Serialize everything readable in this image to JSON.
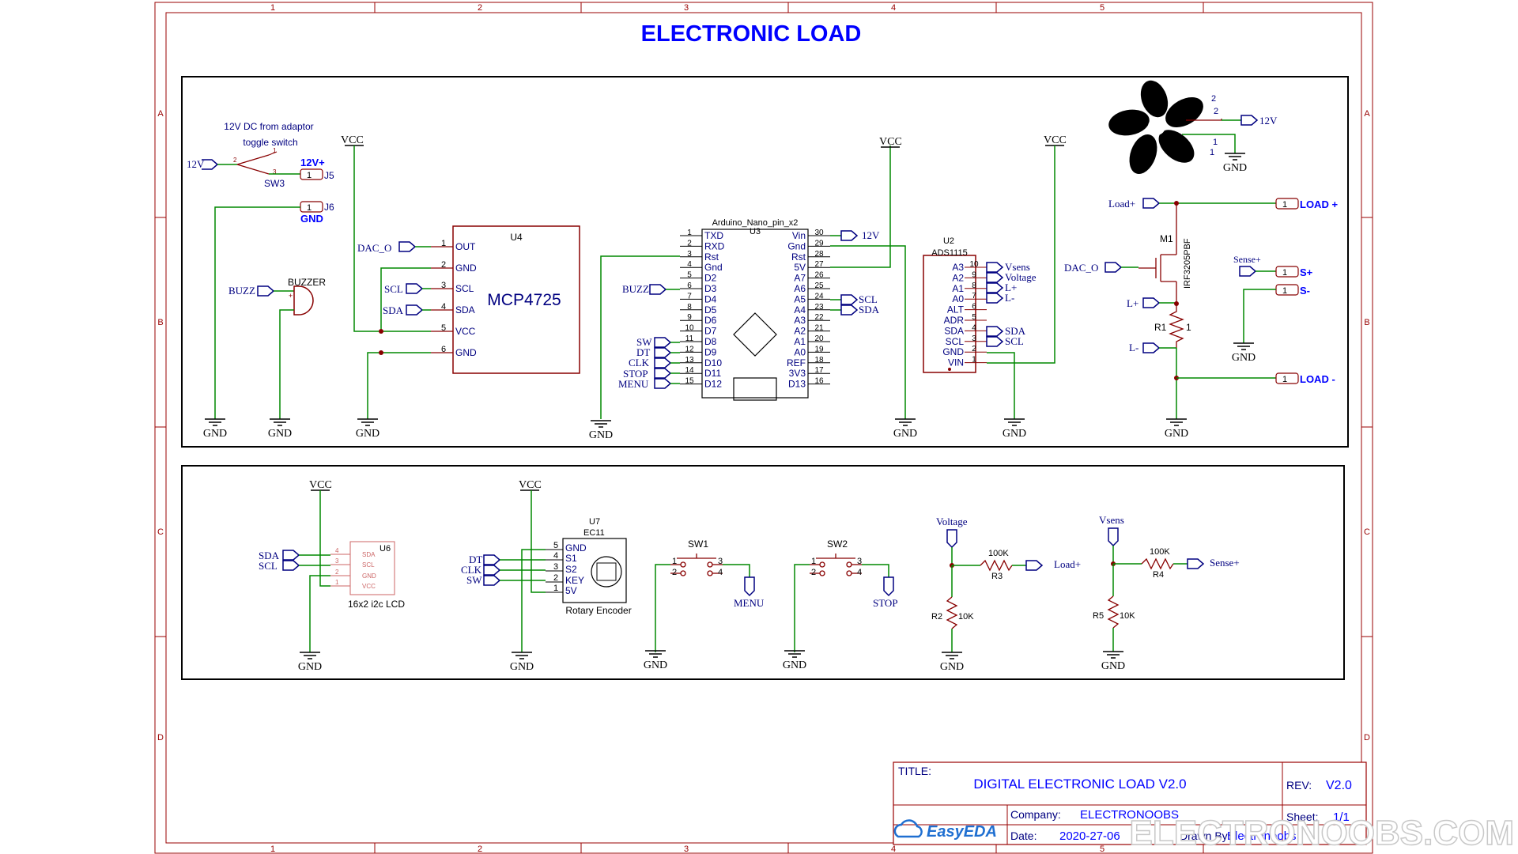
{
  "title": "ELECTRONIC LOAD",
  "frame": {
    "columns": [
      "1",
      "2",
      "3",
      "4",
      "5"
    ],
    "rows": [
      "A",
      "B",
      "C",
      "D"
    ]
  },
  "power": {
    "vcc": "VCC",
    "gnd": "GND",
    "v12": "12V"
  },
  "input_block": {
    "note_line1": "12V DC from adaptor",
    "note_line2": "toggle switch",
    "switch_ref": "SW3",
    "pins": [
      "2",
      "1",
      "3"
    ],
    "j5_label": "12V+",
    "j5_ref": "J5",
    "j6_label": "GND",
    "j6_ref": "J6",
    "conn_pin": "1"
  },
  "buzzer": {
    "net": "BUZZ",
    "label": "BUZZER",
    "plus": "+"
  },
  "dac": {
    "ref": "U4",
    "part": "MCP4725",
    "pins": [
      {
        "num": "1",
        "name": "OUT"
      },
      {
        "num": "2",
        "name": "GND"
      },
      {
        "num": "3",
        "name": "SCL"
      },
      {
        "num": "4",
        "name": "SDA"
      },
      {
        "num": "5",
        "name": "VCC"
      },
      {
        "num": "6",
        "name": "GND"
      }
    ],
    "nets": {
      "out": "DAC_O",
      "scl": "SCL",
      "sda": "SDA"
    }
  },
  "nano": {
    "name": "Arduino_Nano_pin_x2",
    "ref": "U3",
    "left_pins": [
      {
        "num": "1",
        "name": "TXD"
      },
      {
        "num": "2",
        "name": "RXD"
      },
      {
        "num": "3",
        "name": "Rst"
      },
      {
        "num": "4",
        "name": "Gnd"
      },
      {
        "num": "5",
        "name": "D2"
      },
      {
        "num": "6",
        "name": "D3"
      },
      {
        "num": "7",
        "name": "D4"
      },
      {
        "num": "8",
        "name": "D5"
      },
      {
        "num": "9",
        "name": "D6"
      },
      {
        "num": "10",
        "name": "D7"
      },
      {
        "num": "11",
        "name": "D8"
      },
      {
        "num": "12",
        "name": "D9"
      },
      {
        "num": "13",
        "name": "D10"
      },
      {
        "num": "14",
        "name": "D11"
      },
      {
        "num": "15",
        "name": "D12"
      }
    ],
    "right_pins": [
      {
        "num": "30",
        "name": "Vin"
      },
      {
        "num": "29",
        "name": "Gnd"
      },
      {
        "num": "28",
        "name": "Rst"
      },
      {
        "num": "27",
        "name": "5V"
      },
      {
        "num": "26",
        "name": "A7"
      },
      {
        "num": "25",
        "name": "A6"
      },
      {
        "num": "24",
        "name": "A5"
      },
      {
        "num": "23",
        "name": "A4"
      },
      {
        "num": "22",
        "name": "A3"
      },
      {
        "num": "21",
        "name": "A2"
      },
      {
        "num": "20",
        "name": "A1"
      },
      {
        "num": "19",
        "name": "A0"
      },
      {
        "num": "18",
        "name": "REF"
      },
      {
        "num": "17",
        "name": "3V3"
      },
      {
        "num": "16",
        "name": "D13"
      }
    ],
    "left_nets": [
      "BUZZ",
      "SW",
      "DT",
      "CLK",
      "STOP",
      "MENU"
    ],
    "right_nets": [
      "12V",
      "SCL",
      "SDA"
    ]
  },
  "adc": {
    "ref": "U2",
    "part": "ADS1115",
    "pins": [
      {
        "num": "10",
        "name": "A3"
      },
      {
        "num": "9",
        "name": "A2"
      },
      {
        "num": "8",
        "name": "A1"
      },
      {
        "num": "7",
        "name": "A0"
      },
      {
        "num": "6",
        "name": "ALT"
      },
      {
        "num": "5",
        "name": "ADR"
      },
      {
        "num": "4",
        "name": "SDA"
      },
      {
        "num": "3",
        "name": "SCL"
      },
      {
        "num": "2",
        "name": "GND"
      },
      {
        "num": "1",
        "name": "VIN"
      }
    ],
    "nets": [
      "Vsens",
      "Voltage",
      "L+",
      "L-",
      "SDA",
      "SCL"
    ]
  },
  "fan": {
    "pins": [
      "2",
      "2",
      "1",
      "1"
    ],
    "net": "12V"
  },
  "mosfet": {
    "ref": "M1",
    "part": "IRF3205PBF",
    "gate_net": "DAC_O",
    "load_plus_net": "Load+",
    "lplus": "L+",
    "lminus": "L-",
    "r_ref": "R1",
    "r_val": "1",
    "conn_load_plus": "LOAD +",
    "conn_load_minus": "LOAD -",
    "sense_net": "Sense+",
    "s_plus": "S+",
    "s_minus": "S-",
    "pin": "1"
  },
  "lcd": {
    "ref": "U6",
    "label": "16x2 i2c LCD",
    "pins": [
      {
        "num": "4",
        "name": "SDA"
      },
      {
        "num": "3",
        "name": "SCL"
      },
      {
        "num": "2",
        "name": "GND"
      },
      {
        "num": "1",
        "name": "VCC"
      }
    ],
    "nets": [
      "SDA",
      "SCL"
    ]
  },
  "encoder": {
    "ref": "U7",
    "part": "EC11",
    "label": "Rotary Encoder",
    "pins": [
      {
        "num": "5",
        "name": "GND"
      },
      {
        "num": "4",
        "name": "S1"
      },
      {
        "num": "3",
        "name": "S2"
      },
      {
        "num": "2",
        "name": "KEY"
      },
      {
        "num": "1",
        "name": "5V"
      }
    ],
    "nets": [
      "DT",
      "CLK",
      "SW"
    ]
  },
  "switches": [
    {
      "ref": "SW1",
      "net": "MENU",
      "pins": [
        "1",
        "3",
        "2",
        "4"
      ]
    },
    {
      "ref": "SW2",
      "net": "STOP",
      "pins": [
        "1",
        "3",
        "2",
        "4"
      ]
    }
  ],
  "dividers": [
    {
      "top_net": "Voltage",
      "out_net": "Load+",
      "r_top_val": "100K",
      "r_top_ref": "R3",
      "r_bot_ref": "R2",
      "r_bot_val": "10K"
    },
    {
      "top_net": "Vsens",
      "out_net": "Sense+",
      "r_top_val": "100K",
      "r_top_ref": "R4",
      "r_bot_ref": "R5",
      "r_bot_val": "10K"
    }
  ],
  "titleblock": {
    "title_label": "TITLE:",
    "title": "DIGITAL ELECTRONIC LOAD V2.0",
    "rev_label": "REV:",
    "rev": "V2.0",
    "company_label": "Company:",
    "company": "ELECTRONOOBS",
    "sheet_label": "Sheet:",
    "sheet": "1/1",
    "date_label": "Date:",
    "date": "2020-27-06",
    "drawn_label": "Drawn By:",
    "drawn": "Electronoobs",
    "logo": "EasyEDA"
  },
  "watermark": "ELECTRONOOBS.COM",
  "colors": {
    "frame": "#990000",
    "wire": "#008800",
    "net": "#000080",
    "part": "#880000",
    "title": "#0000ff",
    "watermark": "#dcdcdc"
  }
}
